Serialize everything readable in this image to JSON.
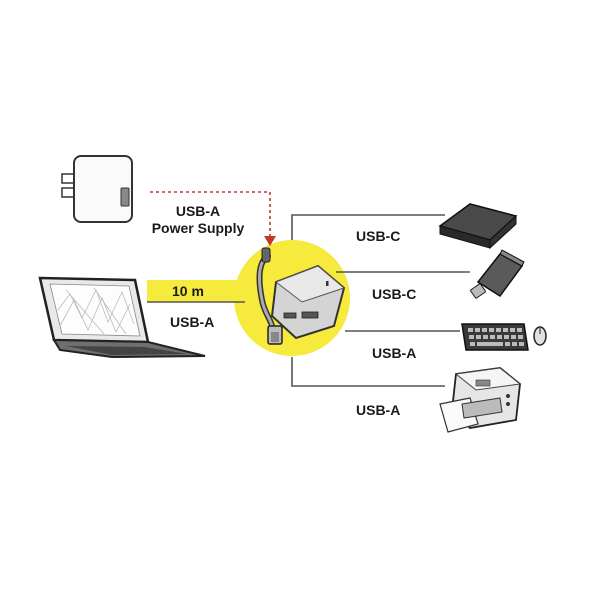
{
  "power_supply": {
    "label_line1": "USB-A",
    "label_line2": "Power Supply"
  },
  "host": {
    "cable_length": "10 m",
    "connector": "USB-A"
  },
  "ports": [
    {
      "label": "USB-C",
      "device": "external-drive"
    },
    {
      "label": "USB-C",
      "device": "usb-stick"
    },
    {
      "label": "USB-A",
      "device": "keyboard-and-mouse"
    },
    {
      "label": "USB-A",
      "device": "printer"
    }
  ],
  "colors": {
    "accent": "#f6ea3c",
    "power_line": "#c0392b",
    "line": "#555555",
    "ink": "#1a1a1a"
  }
}
